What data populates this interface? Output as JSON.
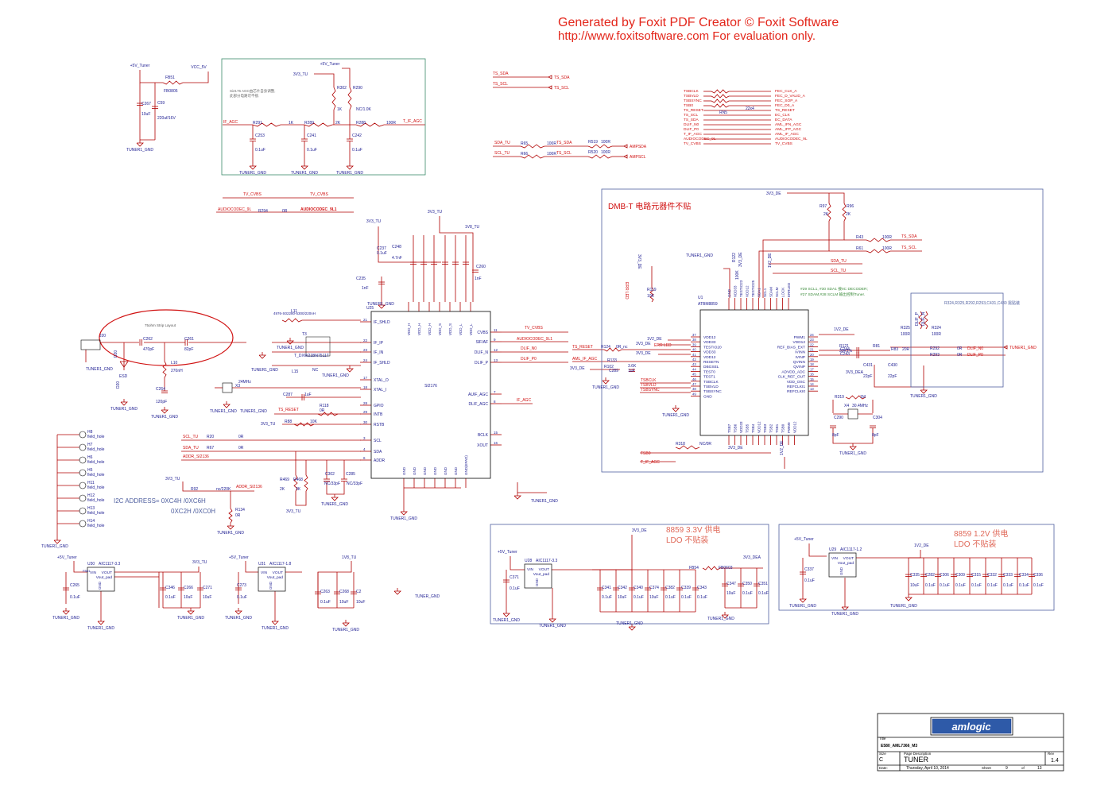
{
  "banner": {
    "line1": "Generated by Foxit PDF Creator © Foxit Software",
    "line2": "http://www.foxitsoftware.com   For evaluation only."
  },
  "colors": {
    "wire": "#b00000",
    "net": "#d01010",
    "text": "#1a1a90",
    "box": "#3a8a6a",
    "blue": "#4050a0"
  },
  "notes": {
    "dmbt": "DMB-T 电路元器件不贴",
    "strip": "75ohm Strip Layout",
    "i2c1": "I2C ADDRESS= 0XC4H /0XC6H",
    "i2c2": "0XC2H /0XC0H",
    "ldo33a": "8859 3.3V 供电",
    "ldo33b": "LDO 不贴装",
    "ldo12a": "8859 1.2V 供电",
    "ldo12b": "LDO 不贴装",
    "agc_note1": "Si2176 AGC由芯片自身调整,",
    "agc_note2": "此部分电路可不接.",
    "ts_note1": "#29 SCL1, #30 SDA1 接IIC DECODER;",
    "ts_note2": "#27 SDAM,#28 SCLM 输出控制Tuner.",
    "resistor_note": "R324,R325,R292,R293,C431,C430 需贴装"
  },
  "chips": {
    "si2176": {
      "ref": "U25",
      "name": "SI2176"
    },
    "atbm": {
      "ref": "U1",
      "name": "ATBM8859"
    },
    "u30": {
      "ref": "U30",
      "name": "AIC1117-3.3",
      "pin_vin": "VIN",
      "pin_vout": "VOUT",
      "pin_pad": "Vout_pad",
      "pin_gnd": "GND"
    },
    "u31": {
      "ref": "U31",
      "name": "AIC1117-1.8",
      "pin_vin": "VIN",
      "pin_vout": "VOUT",
      "pin_pad": "Vout_pad",
      "pin_gnd": "GND"
    },
    "u28": {
      "ref": "U28",
      "name": "AIC1117-3.3",
      "pin_vin": "VIN",
      "pin_vout": "VOUT",
      "pin_pad": "Vout_pad",
      "pin_gnd": "GND"
    },
    "u29": {
      "ref": "U29",
      "name": "AIC1117-1.2",
      "pin_vin": "VIN",
      "pin_vout": "VOUT",
      "pin_pad": "Vout_pad",
      "pin_gnd": "GND"
    }
  },
  "si2176_left_pins": [
    "IF_SHLD",
    "IF_IP",
    "IF_IN",
    "IF_SHLD",
    "XTAL_O",
    "XTAL_I",
    "GPIO",
    "INTB",
    "RSTB",
    "SCL",
    "SDA",
    "ADDR"
  ],
  "si2176_left_nums": [
    "21",
    "22",
    "23",
    "24",
    "17",
    "18",
    "28",
    "29",
    "30",
    "3",
    "4",
    "6"
  ],
  "si2176_right_pins": [
    "CVBS",
    "SIF/AF",
    "DLIF_N",
    "DLIF_P",
    "AUIF_AGC",
    "DLIF_AGC",
    "BCLK",
    "XOUT"
  ],
  "si2176_right_nums": [
    "11",
    "9",
    "12",
    "13",
    "7",
    "8",
    "15",
    "16"
  ],
  "si2176_top_pins": [
    "VDD_H",
    "VDD_H",
    "VDD_H",
    "VDD_S",
    "VDD_S",
    "VDD_L",
    "VDD_L"
  ],
  "si2176_bottom_pins": [
    "GND",
    "GND",
    "GND",
    "GND",
    "GND",
    "GND",
    "GND(EPAD)"
  ],
  "atbm_left_pins": [
    "VDD12",
    "VDD33",
    "TESTIO20",
    "VDD33",
    "VDD12",
    "RESETN",
    "DBGSEL",
    "TEST0",
    "TEST1",
    "TSBCLK",
    "TSBVLD",
    "TSBSYNC",
    "GND"
  ],
  "atbm_left_nums": [
    "37",
    "38",
    "39",
    "40",
    "41",
    "42",
    "43",
    "44",
    "45",
    "46",
    "47",
    "48",
    "49"
  ],
  "atbm_right_pins": [
    "PWM1",
    "VDD12",
    "REF_BIAS_EXT",
    "IVINN",
    "IVINP",
    "QVINN",
    "QVINP",
    "ADVDD_ADC",
    "CLK_REF_OUT",
    "VDD_OSC",
    "REFCLKI1",
    "REFCLKI0"
  ],
  "atbm_right_nums": [
    "24",
    "23",
    "22",
    "21",
    "20",
    "19",
    "18",
    "17",
    "16",
    "15",
    "14",
    "13"
  ],
  "atbm_top_pins": [
    "GND",
    "VDD33",
    "TESTIO23",
    "VDD12",
    "TESTIO25",
    "SDA1",
    "SCL1",
    "SDAM",
    "SCLM",
    "LOCK",
    "ERRLED"
  ],
  "atbm_bottom_pins": [
    "TSB7",
    "TSB6",
    "VDD33",
    "TSB5",
    "TSB4",
    "VDD12",
    "TSB3",
    "TSB2",
    "TSB1",
    "TSB0",
    "PWM0",
    "VDD12"
  ],
  "nets": {
    "plus5v": "+5V_Tuner",
    "vcc5v": "VCC_5V",
    "v33tu": "3V3_TU",
    "v18tu": "1V8_TU",
    "v33de": "3V3_DE",
    "v33dea": "3V3_DEA",
    "v12de": "1V2_DE",
    "gnd": "TUNER1_GND",
    "tunergnd": "TUNER_GND",
    "if_agc": "IF_AGC",
    "t_if_agc": "T_IF_AGC",
    "tv_cvbs": "TV_CVBS",
    "audiocodec_l": "AUDIOCODEC_9L",
    "audiocodec_l1": "AUDIOCODEC_9L1",
    "ts_sda": "TS_SDA",
    "ts_scl": "TS_SCL",
    "sda_tu": "SDA_TU",
    "scl_tu": "SCL_TU",
    "ampsda": "AMPSDA",
    "ampscl": "AMPSCL",
    "ts_reset": "TS_RESET",
    "aml_if_agc": "AML_IF_AGC",
    "dlif_n0": "DLIF_N0",
    "dlif_p0": "DLIF_P0",
    "err_led": "ERR LED",
    "tsb0": "TSB0",
    "tsbclk": "TSBCLK",
    "tsbvld": "TSBVLD",
    "tsbsync": "TSBSYNC",
    "addr": "ADDR_SI2136",
    "dlif_n": "DLIF_N",
    "dlif_p": "DLIF_P"
  },
  "fec_left": [
    "TSBCLK",
    "TSBVLD",
    "TSBSYNC",
    "TSB0",
    "TS_RESET",
    "TS_SCL",
    "TS_SDA",
    "DLIF_N0",
    "DLIF_P0",
    "T_IF_AGC",
    "AUDIOCODEC_9L",
    "TV_CVBS"
  ],
  "fec_right": [
    "FEC_CLK_A",
    "FEC_D_VALID_A",
    "FEC_SOP_A",
    "FEC_D0_A",
    "TS_RESET",
    "EC_CLK",
    "EC_DATA",
    "AML_IFN_AGC",
    "AML_IFP_AGC",
    "AML_IF_AGC",
    "AUDIOCODEC_9L",
    "TV_CVBS"
  ],
  "fec_rn": "RN5",
  "fec_rn_val": "22x4",
  "holes": [
    {
      "ref": "H8",
      "label": "field_hole"
    },
    {
      "ref": "H7",
      "label": "field_hole"
    },
    {
      "ref": "H6",
      "label": "field_hole"
    },
    {
      "ref": "H5",
      "label": "field_hole"
    },
    {
      "ref": "H11",
      "label": "field_hole"
    },
    {
      "ref": "H12",
      "label": "field_hole"
    },
    {
      "ref": "H13",
      "label": "field_hole"
    },
    {
      "ref": "H14",
      "label": "field_hole"
    }
  ],
  "parts": {
    "fb51": "FB51",
    "fb0805": "FB0805",
    "c267": "C267",
    "c267v": "10uF",
    "c59": "C59",
    "c59v": "220uf/16V",
    "r291": "R291",
    "r291v": "1K",
    "r289": "R289",
    "r289v": "2K",
    "r288": "R288",
    "r288v": "100R",
    "r302": "R302",
    "r302v": "1K",
    "r290": "R290",
    "r290v": "NC/1.0K",
    "c253": "C253",
    "c241": "C241",
    "c242": "C242",
    "cap01": "0.1uF",
    "r294": "R294",
    "r294v": "0R",
    "r65": "R65",
    "r66": "R66",
    "r100": "100R",
    "r519": "R519",
    "r520": "R520",
    "c237": "C237",
    "c248": "C248",
    "c248v": "4.7nF",
    "c235": "C235",
    "c235v": "1nF",
    "c260": "C260",
    "c260v": "1nF",
    "l11": "L11",
    "t3": "T3",
    "t3v": "4976-S02280-5300/220nH",
    "t3p": "T_DXW21BN7511T",
    "l15": "L15",
    "l15v": "NC",
    "x3": "X3",
    "x3v": "24MHz",
    "c287": "C287",
    "c287v": "1uF",
    "r118": "R118",
    "r118v": "0R",
    "r88": "R88",
    "r88v": "10K",
    "j20": "J20",
    "d20": "D20",
    "esd": "ESD",
    "c262": "C262",
    "c262v": "470pF",
    "c261": "C261",
    "c261v": "82pF",
    "l10": "L10",
    "l10v": "270nH",
    "c264": "C264",
    "c264v": "120pF",
    "r20": "R20",
    "r67": "R67",
    "r0": "0R",
    "r469": "R469",
    "r468": "R468",
    "r2k": "2K",
    "r3k": "3K",
    "c302": "C302",
    "c285": "C285",
    "ncp": "NC/33pF",
    "r92": "R92",
    "r92v": "nc/220K",
    "r134": "R134",
    "r134v": "0R",
    "r97": "R97",
    "r96": "R96",
    "r43": "R43",
    "r61": "R61",
    "r119": "R119",
    "r119v": "10K",
    "r122": "R122",
    "r122v": "100K",
    "r124": "R124",
    "r124v": "0R_nc",
    "r133": "R133",
    "r133v": "3.6K",
    "r102": "R102",
    "c289": "C289",
    "c289v": "1uF",
    "r121": "R121",
    "r121v": "33K1%",
    "c244": "C244",
    "c243": "C243",
    "r81": "R81",
    "r83": "R83",
    "r83v": "20R",
    "c431": "C431",
    "c431v": "22pF",
    "c430": "C430",
    "c430v": "22pF",
    "r325": "R325",
    "r324": "R324",
    "r292": "R292",
    "r293": "R293",
    "r319": "R319",
    "r319v": "1M",
    "x4": "X4",
    "x4v": "30.4MHz",
    "c290": "C290",
    "c304": "C304",
    "c8p": "8pF",
    "r318": "R318",
    "r318v": "NC/0R",
    "c265": "C265",
    "c346": "C346",
    "c266": "C266",
    "c271": "C271",
    "c273": "C273",
    "c263": "C263",
    "c268": "C268",
    "c2": "C2",
    "c371": "C371",
    "c341": "C341",
    "c342": "C342",
    "c340": "C340",
    "c374": "C374",
    "c382": "C382",
    "c339": "C339",
    "c343": "C343",
    "fb54": "FB54",
    "fb0603": "FB0603",
    "c347": "C347",
    "c350": "C350",
    "c351": "C351",
    "c337": "C337",
    "c335": "C335",
    "c282": "C282",
    "c306": "C306",
    "c309": "C309",
    "c315": "C315",
    "c332": "C332",
    "c333": "C333",
    "c334": "C334",
    "c336": "C336",
    "v10u": "10uF",
    "v01u": "0.1uF"
  },
  "titleblock": {
    "logo": "amlogic",
    "title_label": "Title",
    "title": "E580_AML7366_M3",
    "size_label": "Size",
    "size": "C",
    "desc_label": "Page Description",
    "desc": "TUNER",
    "rev_label": "Rev",
    "rev": "1.4",
    "date_label": "Date:",
    "date": "Thursday, April 10, 2014",
    "sheet_label": "Sheet",
    "sheet": "9",
    "of_label": "of",
    "of": "13"
  }
}
